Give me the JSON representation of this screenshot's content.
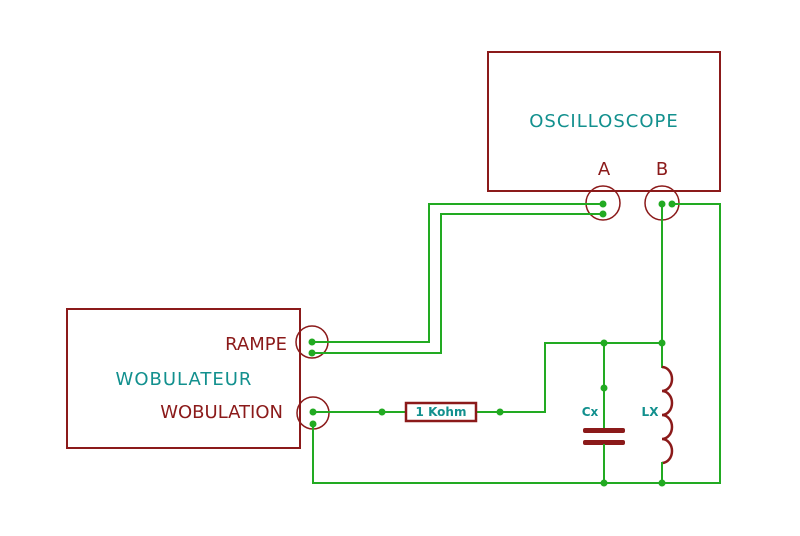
{
  "oscilloscope": {
    "title": "OSCILLOSCOPE",
    "input_a": "A",
    "input_b": "B"
  },
  "wobulator": {
    "title": "WOBULATEUR",
    "ramp": "RAMPE",
    "wobulation": "WOBULATION"
  },
  "components": {
    "resistor": "1 Kohm",
    "capacitor": "Cx",
    "inductor": "LX"
  },
  "colors": {
    "frame": "#8b1a1a",
    "wire": "#22aa22",
    "label": "#12908e"
  }
}
